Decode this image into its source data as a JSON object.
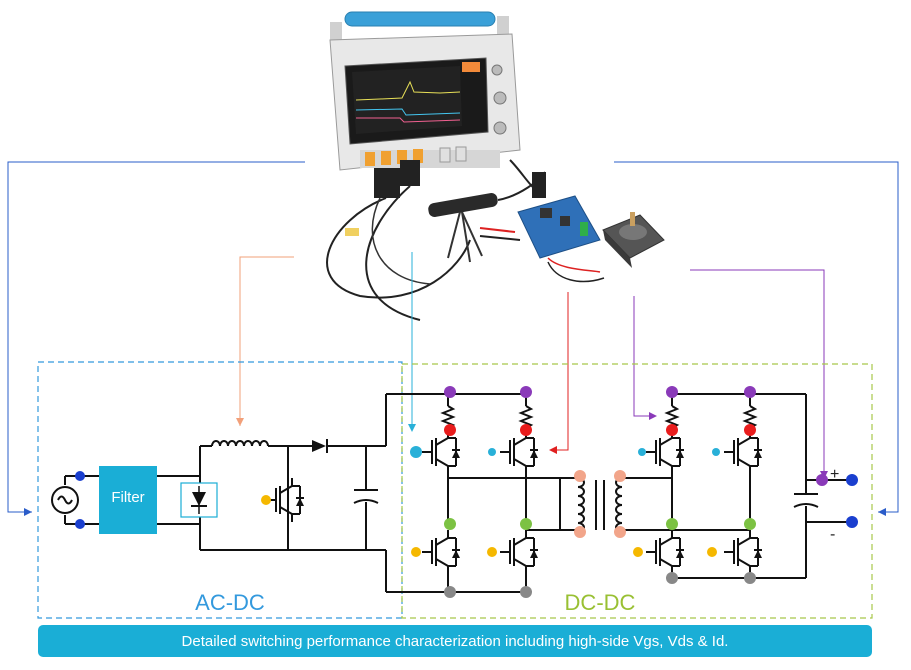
{
  "labels": {
    "acdc": "AC-DC",
    "dcdc": "DC-DC",
    "filter": "Filter",
    "plus": "+",
    "minus": "-",
    "caption": "Detailed switching performance characterization including high-side Vgs, Vds & Id."
  },
  "colors": {
    "acdc_border": "#3399dd",
    "dcdc_border": "#a8c84a",
    "caption_bg": "#1aaed6",
    "gate_dot": "#f5b800",
    "drain_dot": "#8a3ab9",
    "source_dot": "#888888",
    "mid_dot": "#7cc243",
    "high_dot": "#e81c1c",
    "transformer_dot": "#f2a58a",
    "terminal_dot": "#1a3fcf",
    "probe_blue": "#2a5cc9",
    "probe_orange": "#f2a07a",
    "probe_cyan": "#29b0d8",
    "probe_red": "#e02020",
    "probe_purple": "#8a3ab9"
  },
  "icons": [
    "oscilloscope-icon",
    "motor-icon",
    "probe-icon",
    "ac-source-icon",
    "diode-icon",
    "igbt-icon",
    "transformer-icon",
    "inductor-icon",
    "capacitor-icon"
  ]
}
